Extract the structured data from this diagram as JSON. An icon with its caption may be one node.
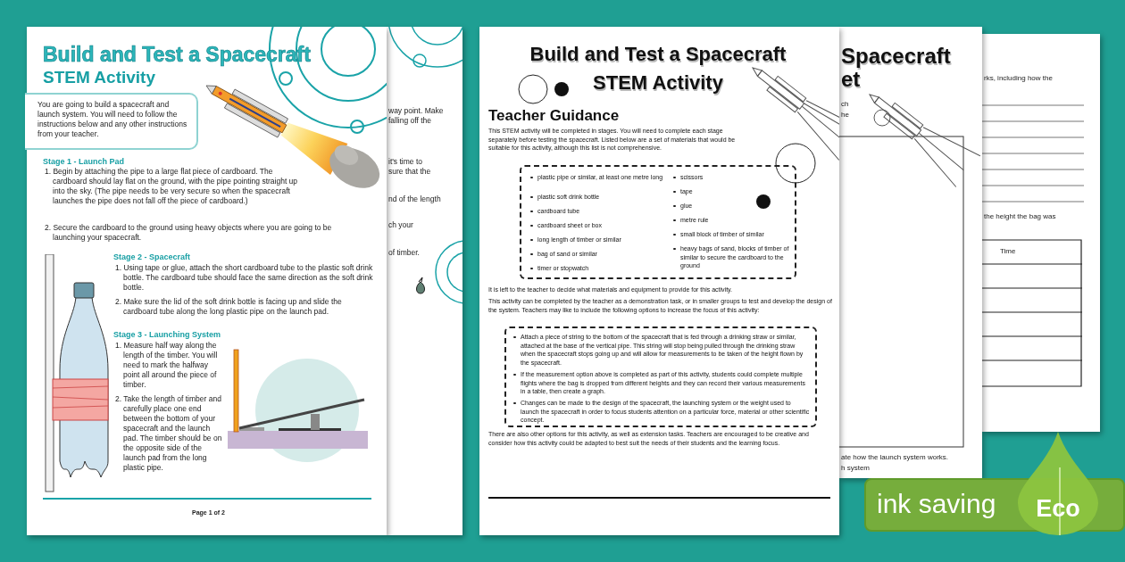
{
  "diagram": {
    "nodes": [
      {
        "text": [
          "way point. Make",
          "falling off the",
          "it's time to",
          "sure that the",
          "nd of the length",
          "ch your",
          "of timber."
        ]
      },
      {
        "text": [
          "Build and Test a Spacecraft",
          "STEM Activity",
          "Stage 1 - Launch Pad",
          "1. Begin by attaching the pipe to a large flat piece of cardboard. The cardboard should lay flat on the ground, with the pipe pointing straight up into the sky. (The pipe needs to be very secure so when the spacecraft launches the pipe does not fall off the piece of cardboard.)",
          "2. Secure the cardboard to the ground using heavy objects where you are going to be launching your spacecraft.",
          "Stage 2 - Spacecraft",
          "1. Using tape or glue, attach the short cardboard tube to the plastic soft drink bottle. The cardboard tube should face the same direction as the soft drink bottle.",
          "2. Make sure the lid of the soft drink bottle is facing up and slide the cardboard tube along the long plastic pipe on the launch pad.",
          "Stage 3 - Launching System",
          "1. Measure half way along the length of the timber. You will need to mark the halfway point all around the piece of timber.",
          "2. Take the length of timber and carefully place one end between the bottom of your spacecraft and the launch pad. The timber should be on the opposite side of the launch pad from the long plastic pipe.",
          "Page 1 of 2"
        ]
      },
      {
        "text": [
          "You are going to build a spacecraft and launch system. You will need to follow the instructions below and any other instructions from your teacher."
        ],
        "in": 1
      },
      {
        "text": [
          "rks, including how the",
          "the height the bag was"
        ]
      },
      {
        "text": [
          "Time"
        ],
        "in": 3
      },
      {
        "text": [
          "Spacecraft",
          "et",
          "ch",
          "he",
          "ate how the launch system works.",
          "h system"
        ]
      },
      {
        "text": [
          "Build and Test a Spacecraft",
          "STEM Activity",
          "Teacher Guidance",
          "This STEM activity will be completed in stages. You will need to complete each stage separately before testing the spacecraft. Listed below are a set of materials that would be suitable for this activity, although this list is not comprehensive.",
          "It is left to the teacher to decide what materials and equipment to provide for this activity.",
          "This activity can be completed by the teacher as a demonstration task, or in smaller groups to test and develop the design of the system. Teachers may like to include the following options to increase the focus of this activity:",
          "There are also other options for this activity, as well as extension tasks. Teachers are encouraged to be creative and consider how this activity could be adapted to best suit the needs of their students and the learning focus."
        ]
      },
      {
        "text": [
          "plastic pipe or similar, at least one metre long",
          "plastic soft drink bottle",
          "cardboard tube",
          "cardboard sheet or box",
          "long length of timber or similar",
          "bag of sand or similar",
          "timer or stopwatch",
          "scissors",
          "tape",
          "glue",
          "metre rule",
          "small block of timber of similar",
          "heavy bags of sand, blocks of timber of similar to secure the cardboard to the ground"
        ],
        "in": 6
      },
      {
        "text": [
          "Attach a piece of string to the bottom of the spacecraft that is fed through a drinking straw or similar, attached at the base of the vertical pipe. This string will stop being pulled through the drinking straw when the spacecraft stops going up and will allow for measurements to be taken of the height flown by the spacecraft.",
          "If the measurement option above is completed as part of this activity, students could complete multiple flights where the bag is dropped from different heights and they can record their various measurements in a table, then create a graph.",
          "Changes can be made to the design of the spacecraft, the launching system or the weight used to launch the spacecraft in order to focus students attention on a particular force, material or other scientific concept."
        ],
        "in": 6
      },
      {
        "text": [
          "ink saving"
        ]
      },
      {
        "text": [
          "Eco"
        ]
      }
    ]
  }
}
